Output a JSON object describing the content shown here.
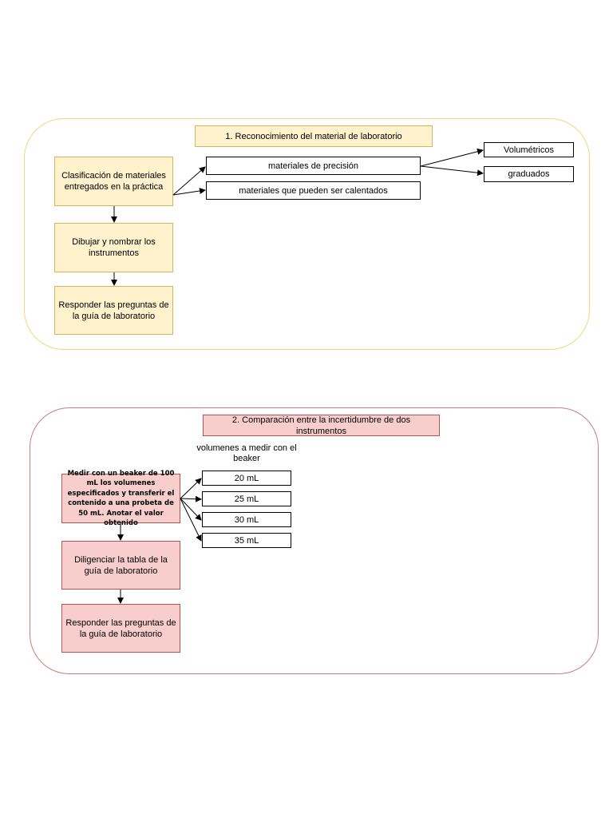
{
  "section1": {
    "title": "1. Reconocimiento del material de laboratorio",
    "steps": [
      "Clasificación de materiales entregados en la práctica",
      "Dibujar y nombrar los instrumentos",
      "Responder las preguntas de la guía de laboratorio"
    ],
    "categories": [
      "materiales de precisión",
      "materiales que pueden ser calentados"
    ],
    "subcategories": [
      "Volumétricos",
      "graduados"
    ]
  },
  "section2": {
    "title": "2. Comparación entre la incertidumbre de dos instrumentos",
    "steps": [
      "Medir con un beaker de 100 mL los volumenes especificados y transferir el contenido a una probeta de 50 mL. Anotar el valor obtenido",
      "Diligenciar la tabla de la guía de laboratorio",
      "Responder las preguntas de la guía de laboratorio"
    ],
    "volumes_label": "volumenes a medir con el beaker",
    "volumes": [
      "20 mL",
      "25 mL",
      "30 mL",
      "35 mL"
    ]
  },
  "colors": {
    "section1_border": "#f3d77e",
    "section1_fill": "#fff2cc",
    "section2_border": "#c97f7f",
    "section2_fill": "#f8cecc"
  }
}
